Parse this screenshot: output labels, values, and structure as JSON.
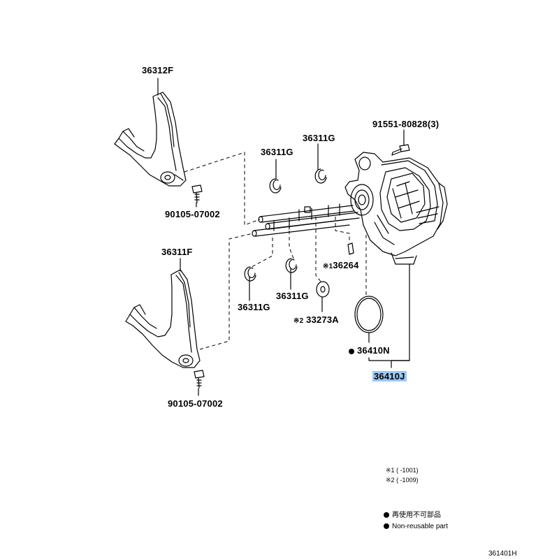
{
  "parts": {
    "fork_upper": "36312F",
    "fork_lower": "36311F",
    "bolt_upper": "90105-07002",
    "bolt_lower": "90105-07002",
    "bolt_housing": "91551-80828(3)",
    "ring_a": "36311G",
    "ring_b": "36311G",
    "ring_c": "36311G",
    "ring_d": "36311G",
    "pin_mark": "※1",
    "pin": "36264",
    "washer_mark": "※2",
    "washer": "33273A",
    "oring": "36410N",
    "assembly": "36410J"
  },
  "notes": {
    "n1_mark": "※1",
    "n1_range": "(      -1001)",
    "n2_mark": "※2",
    "n2_range": "(      -1009)"
  },
  "legend": {
    "jp": "再使用不可部品",
    "en": "Non-reusable part"
  },
  "figure_id": "361401H",
  "colors": {
    "highlight": "#9cc8f5",
    "ink": "#000000"
  }
}
